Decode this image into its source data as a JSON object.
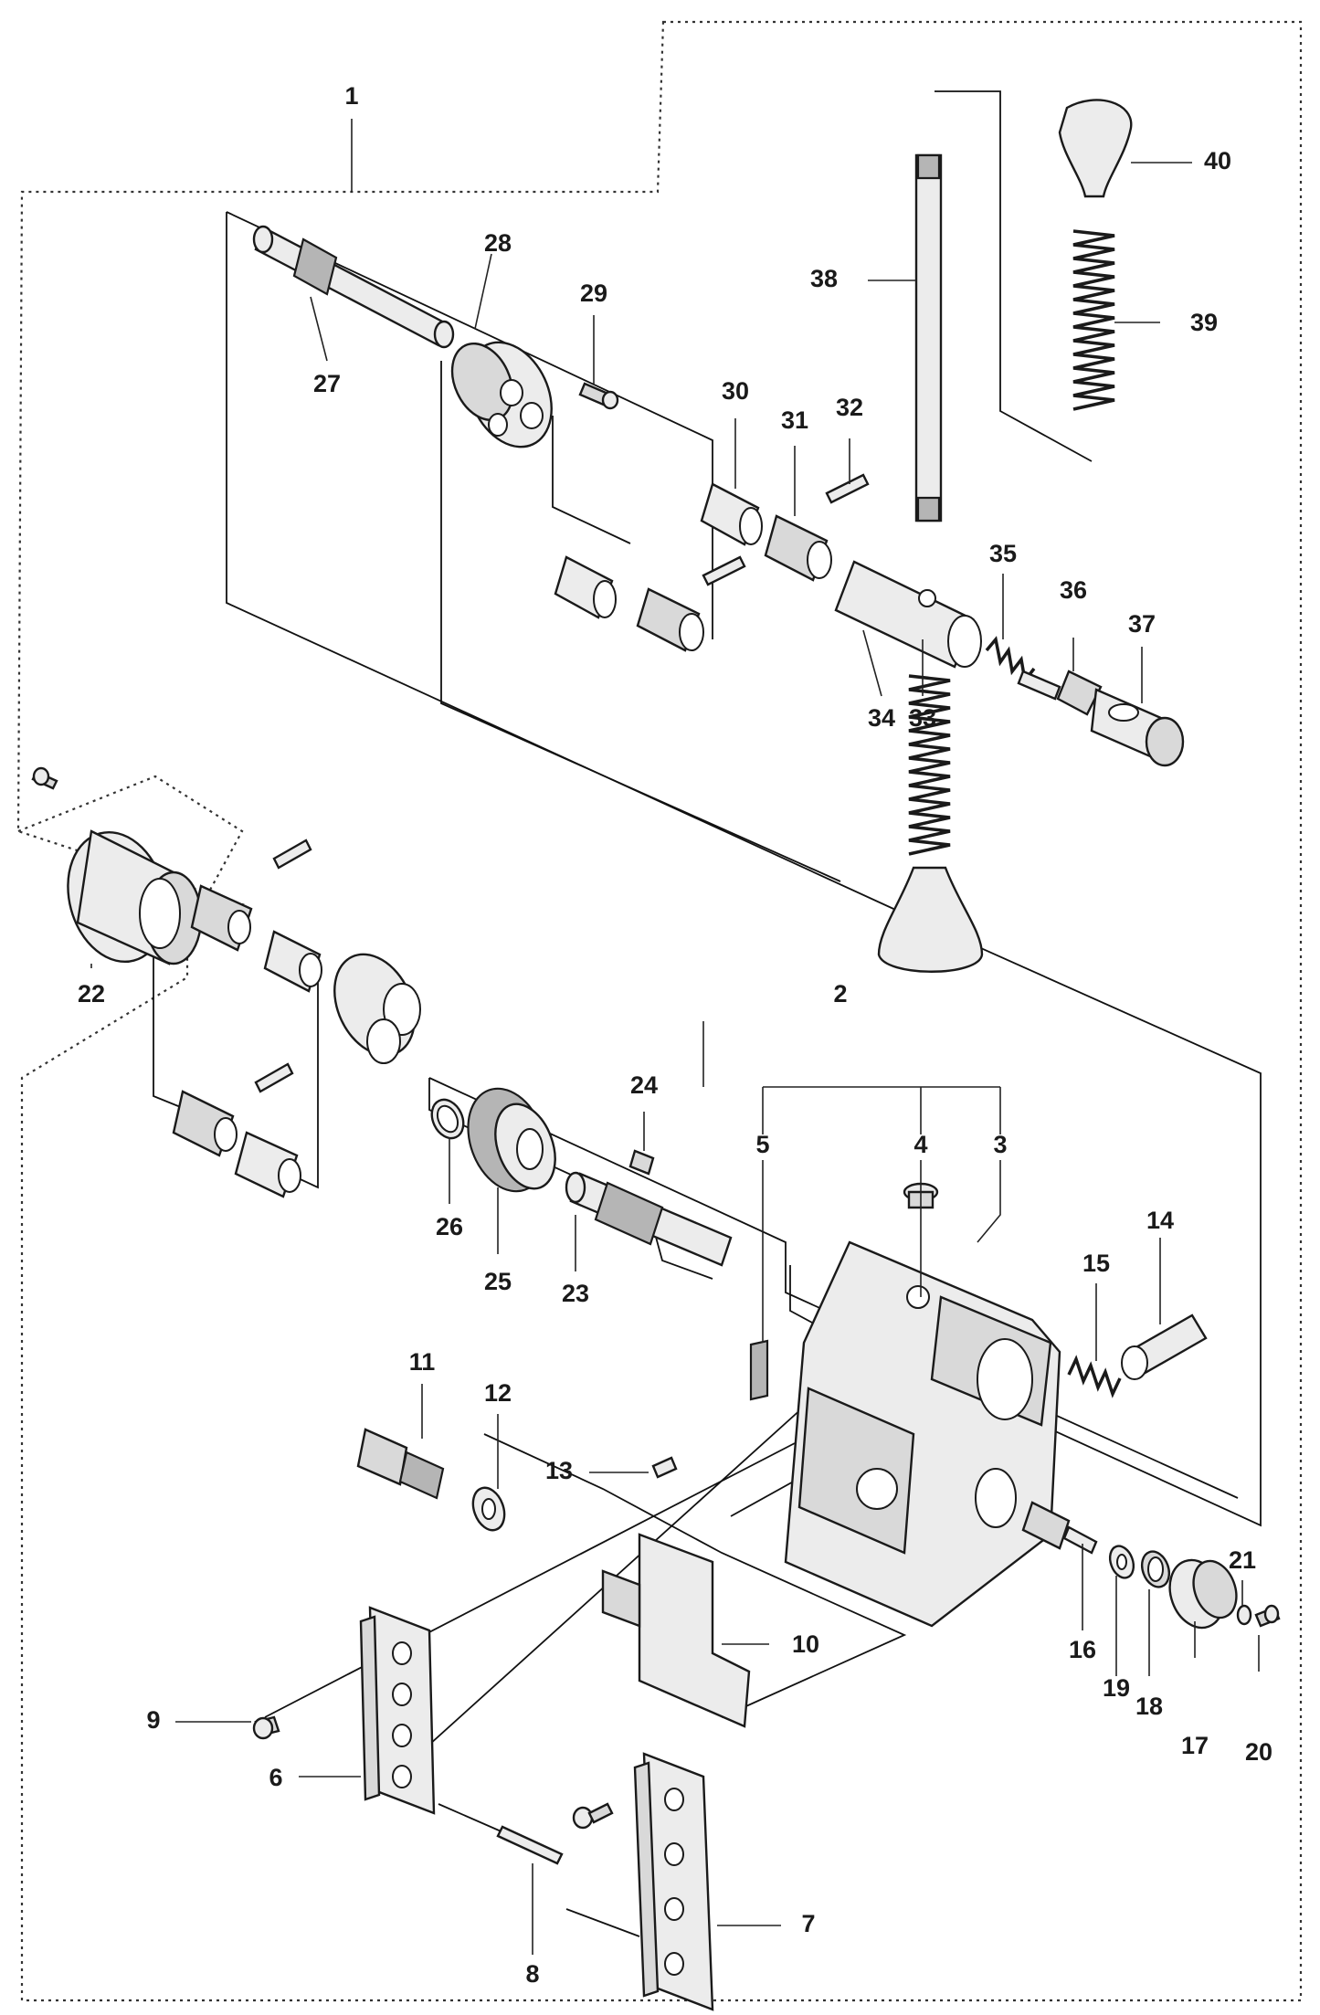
{
  "callouts": [
    {
      "id": "c1",
      "label": "1"
    },
    {
      "id": "c2",
      "label": "2"
    },
    {
      "id": "c3",
      "label": "3"
    },
    {
      "id": "c4",
      "label": "4"
    },
    {
      "id": "c5",
      "label": "5"
    },
    {
      "id": "c6",
      "label": "6"
    },
    {
      "id": "c7",
      "label": "7"
    },
    {
      "id": "c8",
      "label": "8"
    },
    {
      "id": "c9",
      "label": "9"
    },
    {
      "id": "c10",
      "label": "10"
    },
    {
      "id": "c11",
      "label": "11"
    },
    {
      "id": "c12",
      "label": "12"
    },
    {
      "id": "c13",
      "label": "13"
    },
    {
      "id": "c14",
      "label": "14"
    },
    {
      "id": "c15",
      "label": "15"
    },
    {
      "id": "c16",
      "label": "16"
    },
    {
      "id": "c17",
      "label": "17"
    },
    {
      "id": "c18",
      "label": "18"
    },
    {
      "id": "c19",
      "label": "19"
    },
    {
      "id": "c20",
      "label": "20"
    },
    {
      "id": "c21",
      "label": "21"
    },
    {
      "id": "c22",
      "label": "22"
    },
    {
      "id": "c23",
      "label": "23"
    },
    {
      "id": "c24",
      "label": "24"
    },
    {
      "id": "c25",
      "label": "25"
    },
    {
      "id": "c26",
      "label": "26"
    },
    {
      "id": "c27",
      "label": "27"
    },
    {
      "id": "c28",
      "label": "28"
    },
    {
      "id": "c29",
      "label": "29"
    },
    {
      "id": "c30",
      "label": "30"
    },
    {
      "id": "c31",
      "label": "31"
    },
    {
      "id": "c32",
      "label": "32"
    },
    {
      "id": "c33",
      "label": "33"
    },
    {
      "id": "c34",
      "label": "34"
    },
    {
      "id": "c35",
      "label": "35"
    },
    {
      "id": "c36",
      "label": "36"
    },
    {
      "id": "c37",
      "label": "37"
    },
    {
      "id": "c38",
      "label": "38"
    },
    {
      "id": "c39",
      "label": "39"
    },
    {
      "id": "c40",
      "label": "40"
    }
  ]
}
